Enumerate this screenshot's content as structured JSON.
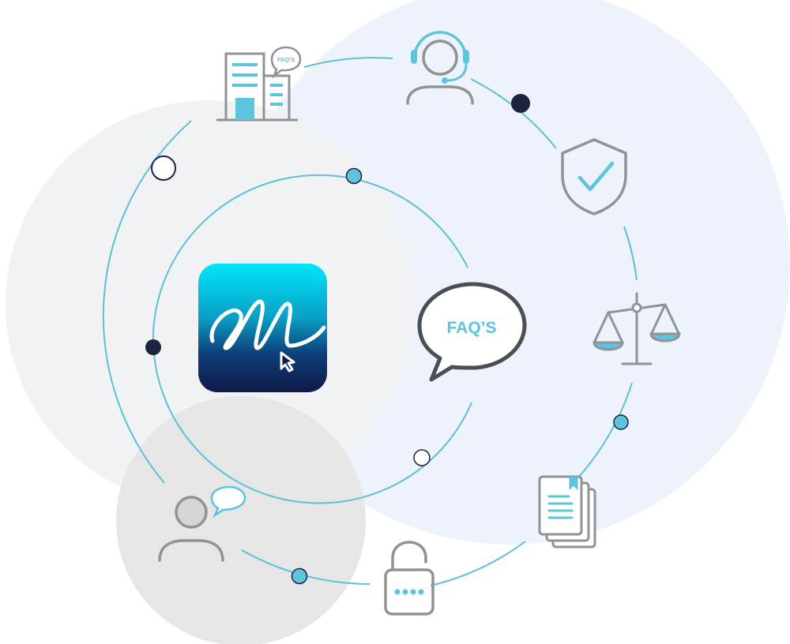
{
  "diagram": {
    "center_label": "FAQ’S",
    "building_bubble_label": "FAQ’S",
    "icons": {
      "app_logo": "signature-app-logo",
      "faq_bubble": "faq-speech-bubble-icon",
      "building": "office-building-faq-icon",
      "support": "headset-support-agent-icon",
      "security": "shield-check-icon",
      "legal": "balance-scale-icon",
      "documents": "document-stack-icon",
      "lock": "unlocked-padlock-icon",
      "user": "user-chat-icon"
    },
    "colors": {
      "ring": "#5bc0d8",
      "accent": "#5ec3dd",
      "icon_gray": "#8f9396",
      "dark_node": "#1c2340",
      "right_backdrop": "#eef2fb",
      "left_backdrop": "#f1f2f4",
      "bottom_backdrop": "#e6e6e7",
      "logo_top": "#00e3f8",
      "logo_bottom": "#101a4e"
    }
  }
}
